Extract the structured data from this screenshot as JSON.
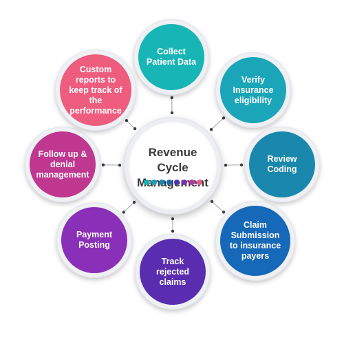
{
  "center": {
    "title": "Revenue Cycle Management",
    "dot_colors": [
      "#0fb3b8",
      "#1b9fb8",
      "#1a86b0",
      "#1769b8",
      "#4a35b5",
      "#7b2fb4",
      "#b03a9e",
      "#e85a8a"
    ]
  },
  "nodes": [
    {
      "label": "Collect Patient Data",
      "color": "#17b5b5"
    },
    {
      "label": "Verify Insurance eligibility",
      "color": "#1aa5b8"
    },
    {
      "label": "Review Coding",
      "color": "#1a88ad"
    },
    {
      "label": "Claim Submission to insurance payers",
      "color": "#1668b8"
    },
    {
      "label": "Track rejected claims",
      "color": "#5a2db0"
    },
    {
      "label": "Payment Posting",
      "color": "#8a2fb8"
    },
    {
      "label": "Follow up & denial management",
      "color": "#c0378f"
    },
    {
      "label": "Custom reports to keep track of the performance",
      "color": "#ee5c7e"
    }
  ]
}
